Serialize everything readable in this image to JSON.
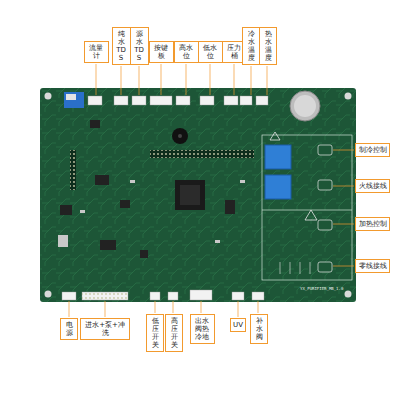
{
  "diagram": {
    "nodes": [
      {
        "text": [
          "流量计"
        ]
      },
      {
        "text": [
          "纯水 TDS"
        ]
      },
      {
        "text": [
          "源水 TDS"
        ]
      },
      {
        "text": [
          "按键板"
        ]
      },
      {
        "text": [
          "高水位"
        ]
      },
      {
        "text": [
          "低水位"
        ]
      },
      {
        "text": [
          "压力桶"
        ]
      },
      {
        "text": [
          "冷水温度"
        ]
      },
      {
        "text": [
          "热水温度"
        ]
      },
      {
        "text": [
          "制冷控制"
        ]
      },
      {
        "text": [
          "火线接线"
        ]
      },
      {
        "text": [
          "加热控制"
        ]
      },
      {
        "text": [
          "零线接线"
        ]
      },
      {
        "text": [
          "电源"
        ]
      },
      {
        "text": [
          "进水+泵+冲洗"
        ]
      },
      {
        "text": [
          "低压开关"
        ]
      },
      {
        "text": [
          "高压开关"
        ]
      },
      {
        "text": [
          "出水阀热冷地"
        ]
      },
      {
        "text": [
          "UV"
        ]
      },
      {
        "text": [
          "补水阀"
        ]
      }
    ],
    "labels": [
      "YX_PURIFIER_MB_1.0"
    ]
  }
}
